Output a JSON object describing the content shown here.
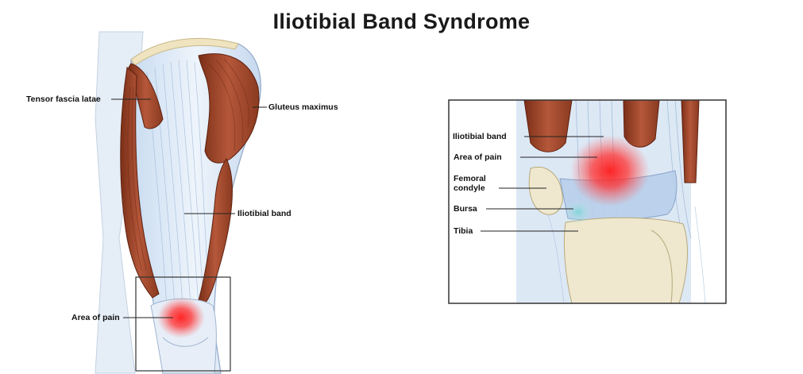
{
  "title": "Iliotibial Band Syndrome",
  "colors": {
    "muscle": "#a34a2a",
    "muscle_dark": "#7a2f17",
    "fascia": "#dbe8f6",
    "fascia_line": "#9fb9d8",
    "bone": "#efe8cf",
    "pain": "#ff2a2a",
    "frame": "#333333"
  },
  "left_figure": {
    "labels": {
      "tensor": "Tensor fascia latae",
      "gluteus": "Gluteus maximus",
      "itband": "Iliotibial band",
      "pain": "Area of pain"
    }
  },
  "right_figure": {
    "labels": {
      "itband": "Iliotibial band",
      "pain": "Area of pain",
      "condyle": "Femoral\ncondyle",
      "bursa": "Bursa",
      "tibia": "Tibia"
    }
  }
}
